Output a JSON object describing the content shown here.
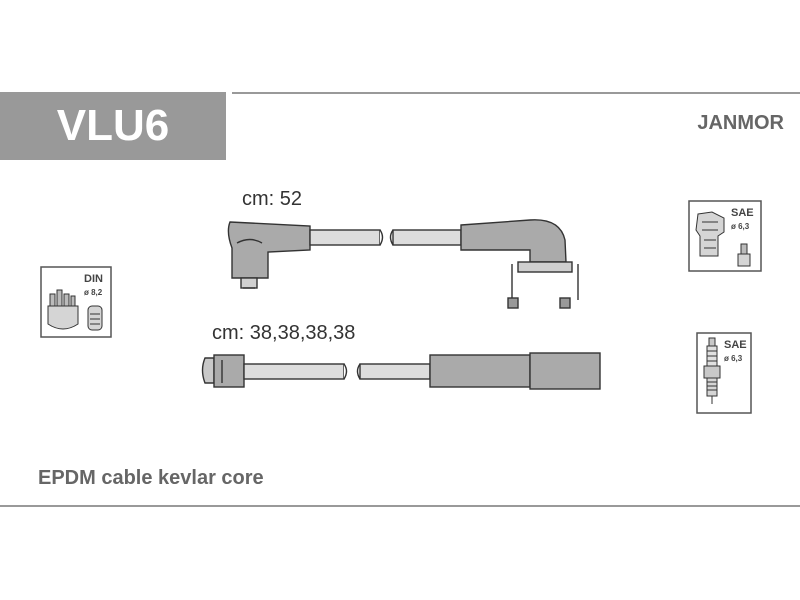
{
  "header": {
    "code": "VLU6",
    "brand": "JANMOR"
  },
  "cables": {
    "long_label": "cm: 52",
    "short_label": "cm: 38,38,38,38"
  },
  "terminals": {
    "distributor": {
      "standard": "DIN",
      "size": "ø 8,2"
    },
    "coil": {
      "standard": "SAE",
      "size": "ø 6,3"
    },
    "spark_plug": {
      "standard": "SAE",
      "size": "ø 6,3"
    }
  },
  "footer": {
    "note": "EPDM cable kevlar core"
  }
}
